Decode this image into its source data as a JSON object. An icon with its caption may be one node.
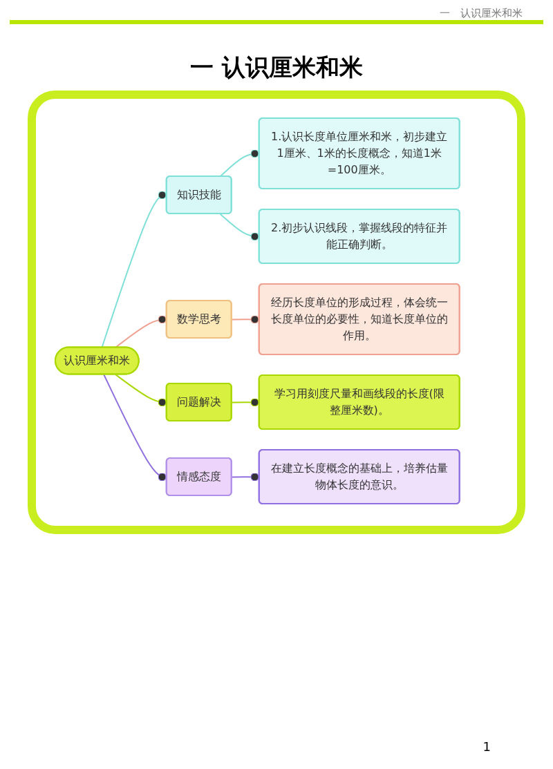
{
  "diagram": {
    "title": "一 认识厘米和米",
    "nodes": [
      {
        "text": [
          "认识厘米和米"
        ]
      },
      {
        "text": [
          "知识技能"
        ]
      },
      {
        "text": [
          "1.认识长度单位厘米和米，初步建立1厘米、1米的长度概念，知道1米=100厘米。"
        ]
      },
      {
        "text": [
          "2.初步认识线段，掌握线段的特征并能正确判断。"
        ]
      },
      {
        "text": [
          "数学思考"
        ]
      },
      {
        "text": [
          "经历长度单位的形成过程，体会统一长度单位的必要性，知道长度单位的作用。"
        ]
      },
      {
        "text": [
          "问题解决"
        ]
      },
      {
        "text": [
          "学习用刻度尺量和画线段的长度(限整厘米数)。"
        ]
      },
      {
        "text": [
          "情感态度"
        ]
      },
      {
        "text": [
          "在建立长度概念的基础上，培养估量物体长度的意识。"
        ]
      }
    ],
    "edges": [
      {
        "from": 0,
        "to": 1,
        "arrow": "other",
        "color": "#7fe0d8"
      },
      {
        "from": 1,
        "to": 2,
        "arrow": "other",
        "color": "#7fe0d8"
      },
      {
        "from": 1,
        "to": 3,
        "arrow": "other",
        "color": "#7fe0d8"
      },
      {
        "from": 0,
        "to": 4,
        "arrow": "other",
        "color": "#f0a090"
      },
      {
        "from": 4,
        "to": 5,
        "arrow": "other",
        "color": "#f0a090"
      },
      {
        "from": 0,
        "to": 6,
        "arrow": "other",
        "color": "#a8d800"
      },
      {
        "from": 6,
        "to": 7,
        "arrow": "other",
        "color": "#a8d800"
      },
      {
        "from": 0,
        "to": 8,
        "arrow": "other",
        "color": "#9070e0"
      },
      {
        "from": 8,
        "to": 9,
        "arrow": "other",
        "color": "#9070e0"
      }
    ],
    "labels": [
      "一　认识厘米和米",
      "1"
    ]
  }
}
